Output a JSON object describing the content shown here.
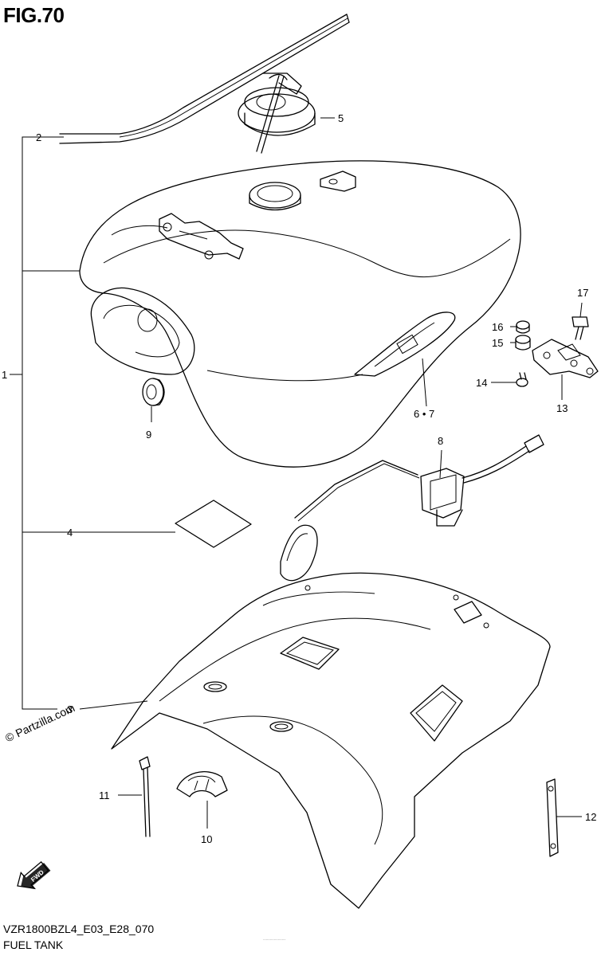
{
  "figure": {
    "title": "FIG.70",
    "code": "VZR1800BZL4_E03_E28_070",
    "name": "FUEL TANK",
    "watermark": "© Partzilla.com",
    "fine_print": "................."
  },
  "callouts": {
    "c1": "1",
    "c2": "2",
    "c3": "3",
    "c4": "4",
    "c5": "5",
    "c67": "6 • 7",
    "c8": "8",
    "c9": "9",
    "c10": "10",
    "c11": "11",
    "c12": "12",
    "c13": "13",
    "c14": "14",
    "c15": "15",
    "c16": "16",
    "c17": "17"
  },
  "icons": {
    "fwd": "FWD"
  }
}
